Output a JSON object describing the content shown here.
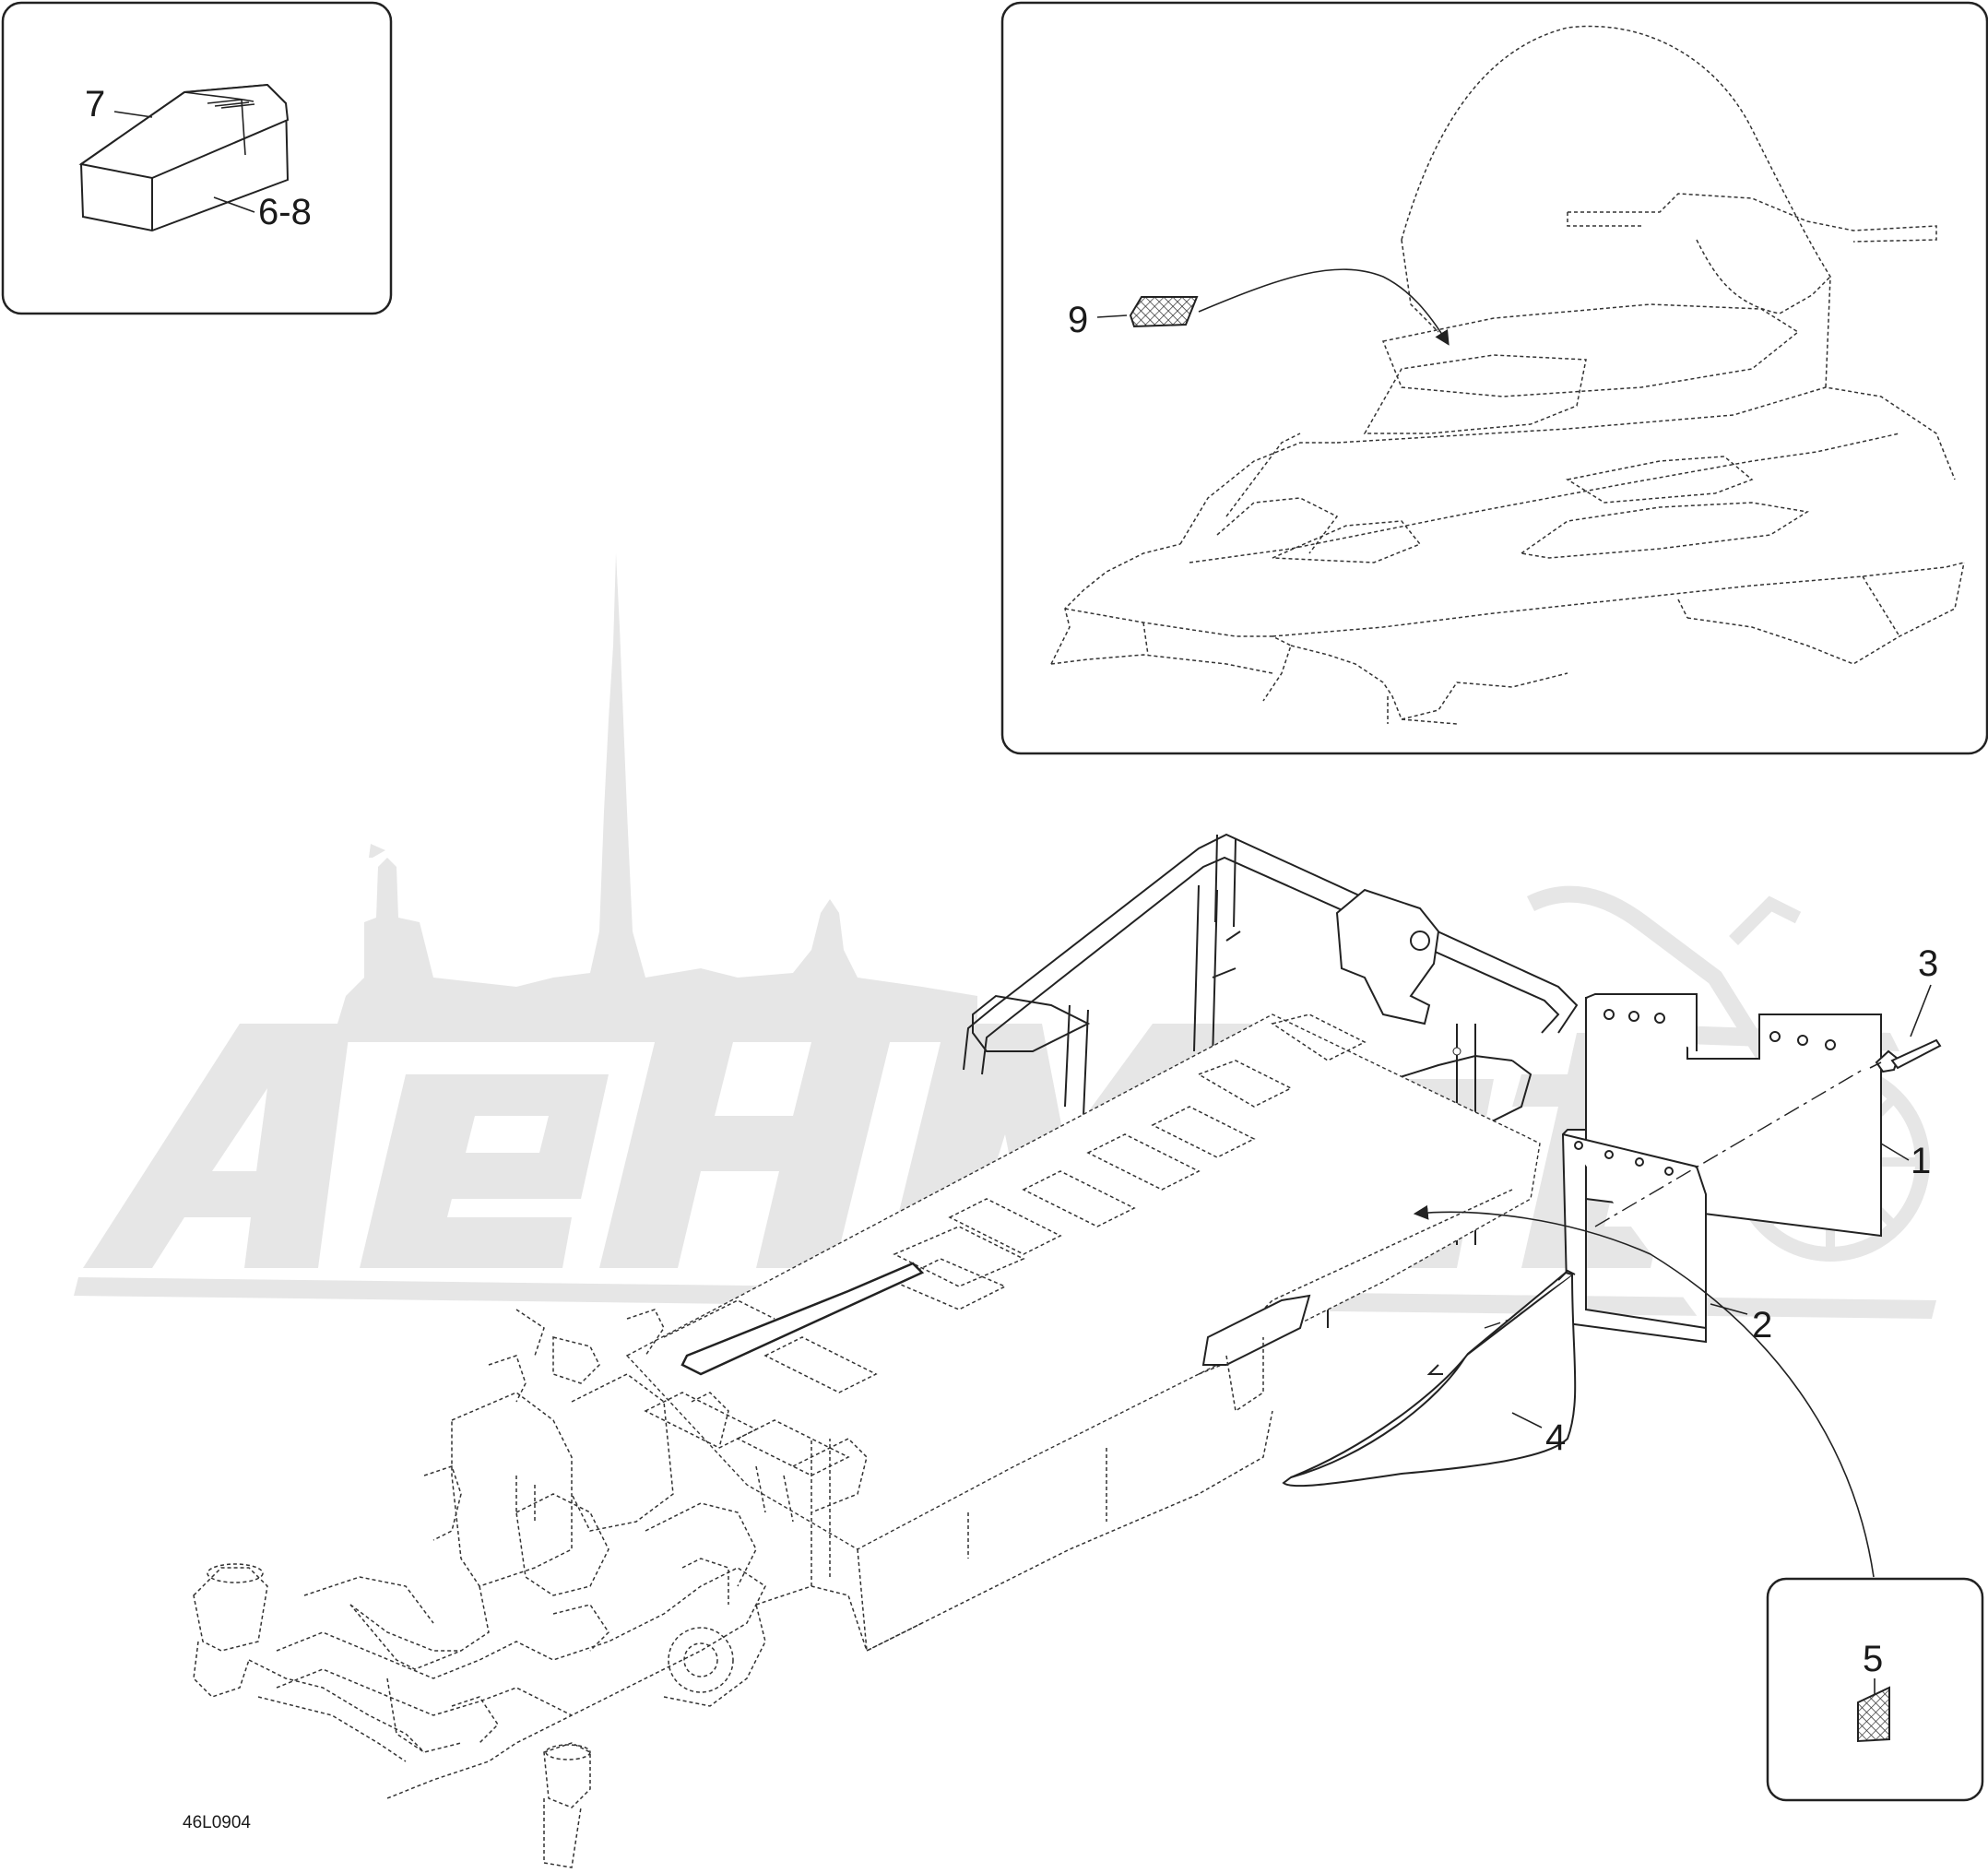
{
  "diagram": {
    "drawing_code": "46L0904",
    "callouts": {
      "c1": "1",
      "c2": "2",
      "c3": "3",
      "c4": "4",
      "c5": "5",
      "c6_8": "6-8",
      "c7": "7",
      "c9": "9"
    },
    "watermark_text": "AeHMoto",
    "colors": {
      "line": "#222222",
      "watermark": "#e6e6e6",
      "background": "#ffffff"
    }
  }
}
